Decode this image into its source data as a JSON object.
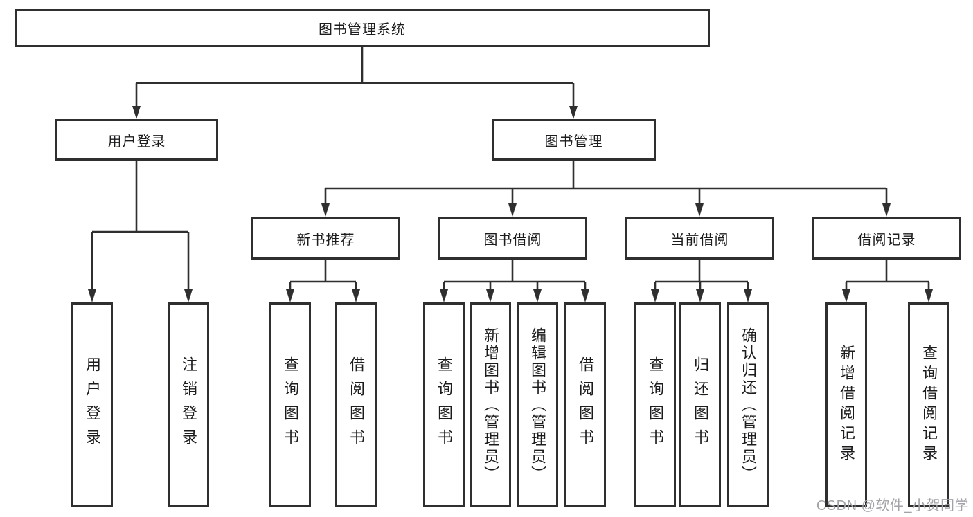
{
  "root": {
    "label": "图书管理系统"
  },
  "branches": [
    {
      "label": "用户登录",
      "children": [
        {
          "label": "用户登录"
        },
        {
          "label": "注销登录"
        }
      ]
    },
    {
      "label": "图书管理",
      "children": [
        {
          "label": "新书推荐",
          "children": [
            {
              "label": "查询图书"
            },
            {
              "label": "借阅图书"
            }
          ]
        },
        {
          "label": "图书借阅",
          "children": [
            {
              "label": "查询图书"
            },
            {
              "label": "新增图书（管理员）"
            },
            {
              "label": "编辑图书（管理员）"
            },
            {
              "label": "借阅图书"
            }
          ]
        },
        {
          "label": "当前借阅",
          "children": [
            {
              "label": "查询图书"
            },
            {
              "label": "归还图书"
            },
            {
              "label": "确认归还（管理员）"
            }
          ]
        },
        {
          "label": "借阅记录",
          "children": [
            {
              "label": "新增借阅记录"
            },
            {
              "label": "查询借阅记录"
            }
          ]
        }
      ]
    }
  ],
  "watermark": {
    "text": "CSDN @软件_小贺同学"
  },
  "colors": {
    "line": "#2f2f2f",
    "box_border": "#2f2f2f",
    "text": "#1c1c1e",
    "watermark": "#a2a2a8",
    "background": "#ffffff"
  }
}
